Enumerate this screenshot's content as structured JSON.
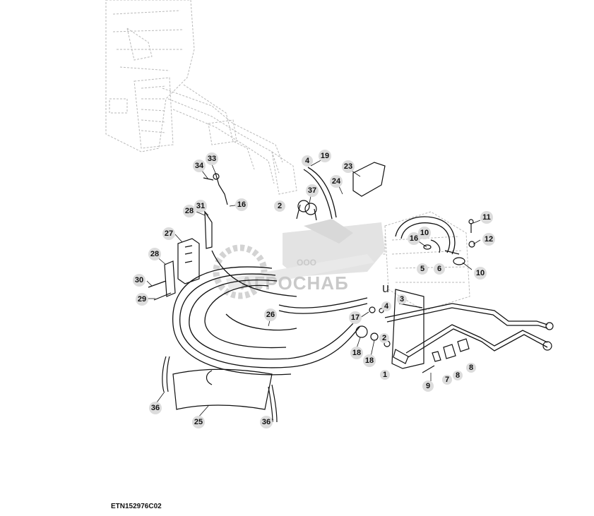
{
  "figure_id": "ETN152976C02",
  "watermark": {
    "small": "ООО",
    "name": "АГРОСНАБ",
    "suffix": "u"
  },
  "callouts": [
    "33",
    "34",
    "4",
    "19",
    "23",
    "24",
    "37",
    "16",
    "2",
    "28",
    "31",
    "27",
    "11",
    "10",
    "16",
    "12",
    "5",
    "6",
    "10",
    "28",
    "30",
    "29",
    "3",
    "17",
    "4",
    "26",
    "2",
    "18",
    "18",
    "1",
    "8",
    "7",
    "8",
    "9",
    "36",
    "25",
    "36"
  ],
  "plain_labels": [
    "4",
    "2",
    "1",
    "3",
    "8",
    "7",
    "8",
    "4",
    "2"
  ]
}
